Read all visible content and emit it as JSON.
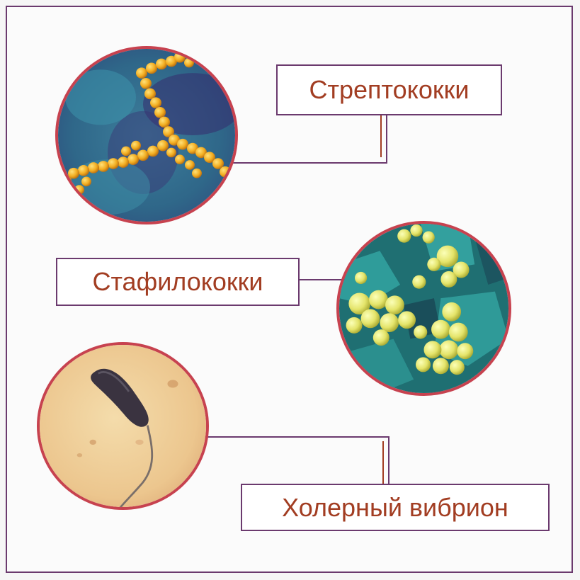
{
  "items": [
    {
      "label": "Стрептококки"
    },
    {
      "label": "Стафилококки"
    },
    {
      "label": "Холерный вибрион"
    }
  ],
  "colors": {
    "frame": "#6b3a6e",
    "circle_border": "#c7424f",
    "label_text": "#a23d22"
  }
}
